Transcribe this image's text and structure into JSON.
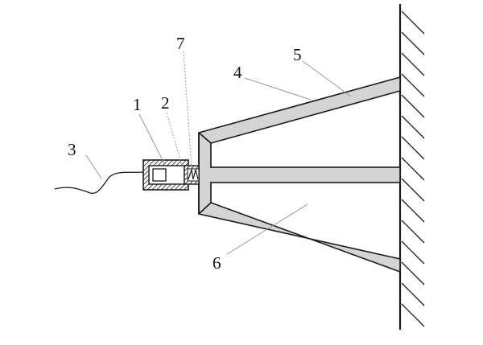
{
  "labels": {
    "l1": "1",
    "l2": "2",
    "l3": "3",
    "l4": "4",
    "l5": "5",
    "l6": "6",
    "l7": "7"
  },
  "colors": {
    "stroke": "#1a1a1a",
    "fill_gray": "#d4d4d4",
    "leader": "#9a9a9a",
    "background": "#ffffff"
  }
}
